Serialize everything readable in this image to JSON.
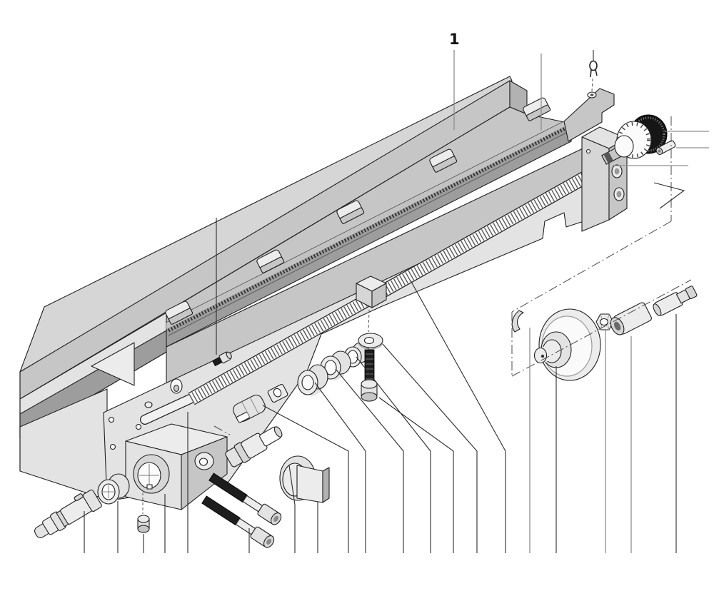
{
  "figure": {
    "callout_label": "1",
    "diagram_type": "exploded-parts-view"
  },
  "colors": {
    "background": "#ffffff",
    "outline": "#1f1f1f",
    "metal_light": "#ececec",
    "metal_mid": "#c6c6c6",
    "metal_dark": "#9d9d9d",
    "thread_black": "#1d1d1d",
    "leader_dark": "#2b2b2b",
    "leader_gray": "#8f8f8f"
  },
  "parts": [
    {
      "name": "bed-rail"
    },
    {
      "name": "cap-rail"
    },
    {
      "name": "rack-strip"
    },
    {
      "name": "mounting-tab"
    },
    {
      "name": "leadscrew"
    },
    {
      "name": "leadscrew-nut-block"
    },
    {
      "name": "journal-rod"
    },
    {
      "name": "end-apron-block"
    },
    {
      "name": "bore-bushing"
    },
    {
      "name": "stepped-shaft"
    },
    {
      "name": "round-nut"
    },
    {
      "name": "cap-screw"
    },
    {
      "name": "shaft-clamp"
    },
    {
      "name": "clevis-lug"
    },
    {
      "name": "bushing-ring"
    },
    {
      "name": "flat-washer"
    },
    {
      "name": "vertical-screw"
    },
    {
      "name": "stepped-bushing"
    },
    {
      "name": "knob"
    },
    {
      "name": "retaining-clip"
    },
    {
      "name": "graduated-dial"
    },
    {
      "name": "grub-screw"
    },
    {
      "name": "bearing-block"
    },
    {
      "name": "spring-washer"
    },
    {
      "name": "handwheel-disc"
    },
    {
      "name": "hex-nut"
    },
    {
      "name": "spacer-sleeve"
    },
    {
      "name": "shaft-end"
    }
  ]
}
